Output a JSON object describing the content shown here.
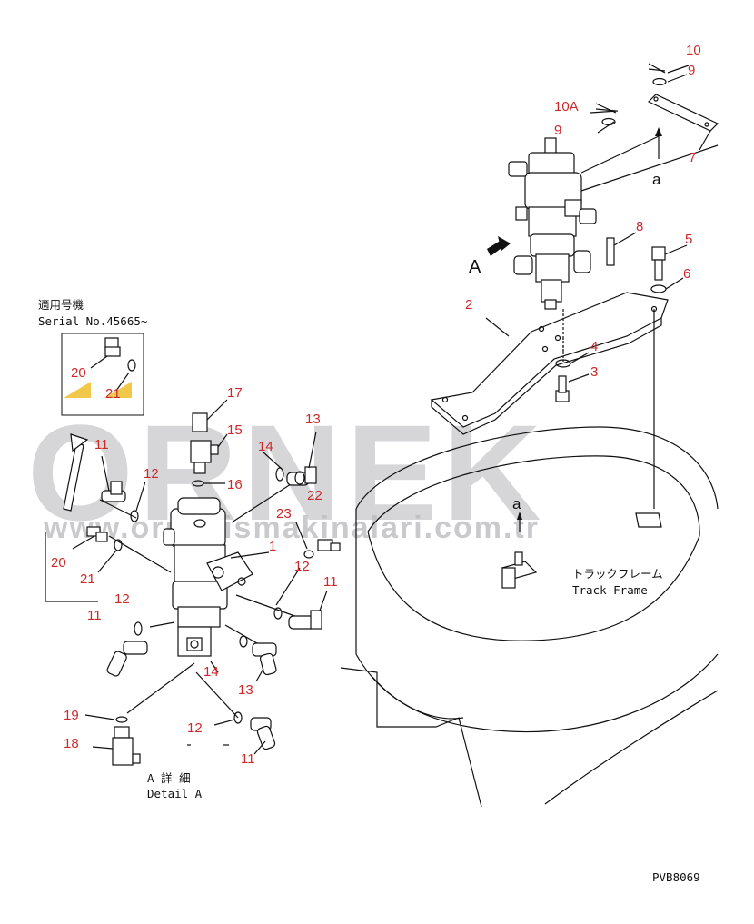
{
  "drawing_code": "PVB8069",
  "watermark": {
    "brand": "ORNEK",
    "url": "www.ornekismakinalari.com.tr"
  },
  "serial_box": {
    "title_jp": "適用号機",
    "serial": "Serial No.45665~"
  },
  "detail_title": {
    "jp": "A 詳 細",
    "en": "Detail A"
  },
  "track_frame": {
    "jp": "トラックフレーム",
    "en": "Track Frame"
  },
  "view_marks": {
    "arrow_A": "A",
    "mark_a_upper": "a",
    "mark_a_lower": "a"
  },
  "callouts": {
    "c10": "10",
    "c9a": "9",
    "c10A": "10A",
    "c9b": "9",
    "c7": "7",
    "c8": "8",
    "c5": "5",
    "c6": "6",
    "c2": "2",
    "c4": "4",
    "c3": "3",
    "c20a": "20",
    "c21a": "21",
    "c17": "17",
    "c15": "15",
    "c13a": "13",
    "c14a": "14",
    "c16": "16",
    "c22": "22",
    "c11a": "11",
    "c12a": "12",
    "c23": "23",
    "c1": "1",
    "c20b": "20",
    "c21b": "21",
    "c12b": "12",
    "c11b": "11",
    "c12c": "12",
    "c11c": "11",
    "c14b": "14",
    "c13b": "13",
    "c19": "19",
    "c18": "18",
    "c12d": "12",
    "c11d": "11"
  },
  "colors": {
    "callout": "#cc2a2a",
    "line": "#111111",
    "watermark": "#c9c9cc",
    "marker": "#f2c84b"
  }
}
